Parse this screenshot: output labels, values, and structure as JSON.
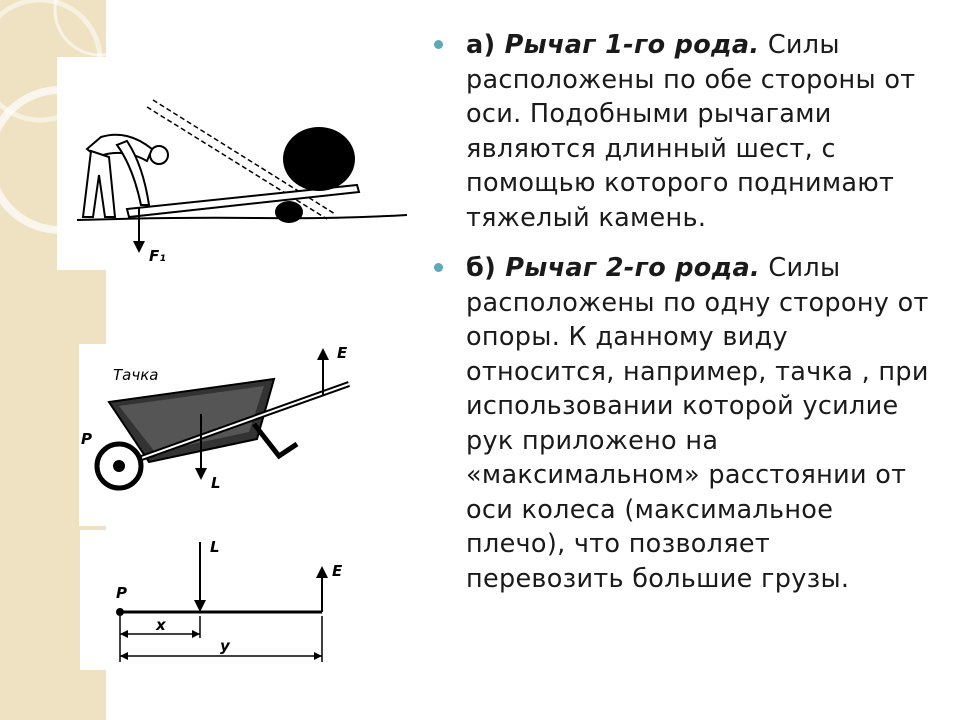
{
  "slide": {
    "bullets": [
      {
        "prefix": "а) ",
        "title": "Рычаг 1-го рода.",
        "text": " Силы расположены по обе стороны от оси. Подобными рычагами являются длинный шест, с помощью которого поднимают тяжелый камень."
      },
      {
        "prefix": "б) ",
        "title": "Рычаг 2-го рода.",
        "text": " Силы расположены по одну сторону от опоры. К данному виду относится, например, тачка , при использовании которой усилие рук приложено на «максимальном» расстоянии от оси колеса (максимальное плечо), что позволяет перевозить большие грузы."
      }
    ]
  },
  "figure_lever1": {
    "force_label": "F₁"
  },
  "figure_wheelbarrow": {
    "caption": "Тачка",
    "label_p": "P",
    "label_l": "L",
    "label_e": "E"
  },
  "figure_scheme": {
    "label_p": "P",
    "label_l": "L",
    "label_e": "E",
    "label_x": "x",
    "label_y": "y"
  },
  "colors": {
    "strip": "#efe2c2",
    "bullet": "#5fa8b8",
    "text": "#1a1a1a"
  }
}
